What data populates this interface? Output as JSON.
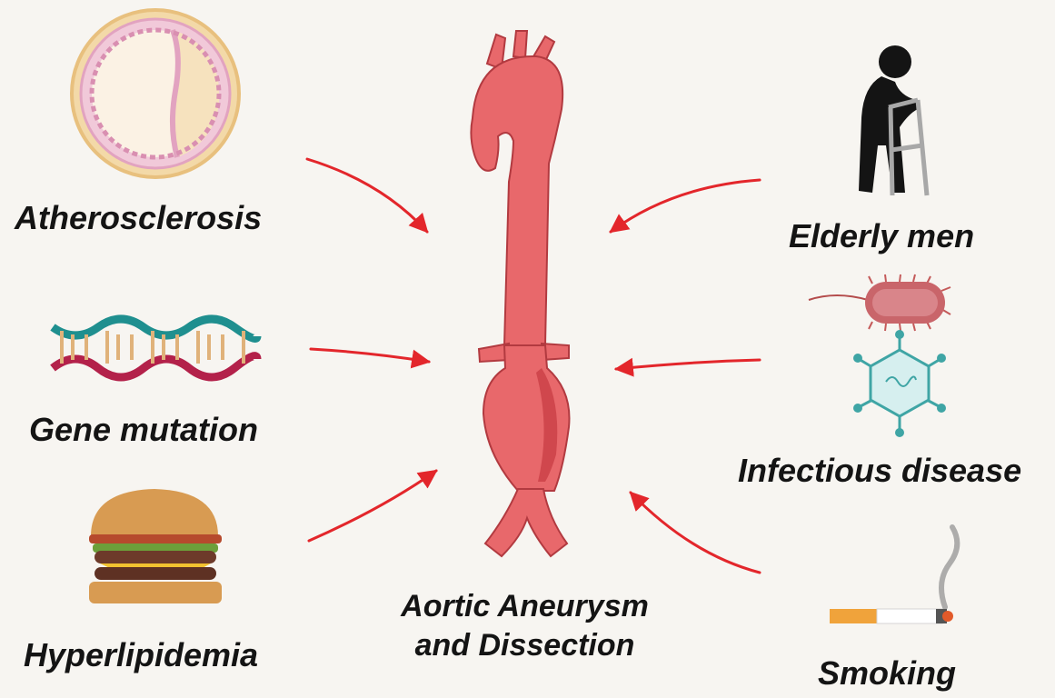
{
  "center": {
    "title_line1": "Aortic Aneurysm",
    "title_line2": "and Dissection"
  },
  "factors": {
    "atherosclerosis": "Atherosclerosis",
    "gene_mutation": "Gene mutation",
    "hyperlipidemia": "Hyperlipidemia",
    "elderly_men": "Elderly men",
    "infectious_disease": "Infectious disease",
    "smoking": "Smoking"
  },
  "colors": {
    "arrow": "#e3262b",
    "aorta": "#e8686b",
    "aorta_dark": "#c94a4f",
    "background": "#f7f5f1"
  },
  "icons": [
    "artery-cross-section-icon",
    "dna-helix-icon",
    "hamburger-icon",
    "elderly-man-walker-icon",
    "bacterium-icon",
    "virus-icon",
    "cigarette-icon",
    "aorta-illustration"
  ]
}
